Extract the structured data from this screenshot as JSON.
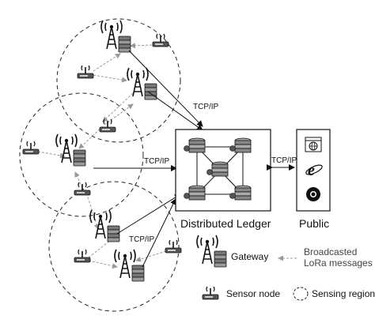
{
  "diagram": {
    "title": "",
    "labels": {
      "tcp_ip": "TCP/IP",
      "distributed_ledger": "Distributed Ledger",
      "public": "Public"
    },
    "legend": {
      "gateway": "Gateway",
      "sensor_node": "Sensor node",
      "broadcasted_line1": "Broadcasted",
      "broadcasted_line2": "LoRa messages",
      "sensing_region": "Sensing region"
    },
    "public_icons": [
      "browser-window-icon",
      "internet-explorer-icon",
      "chrome-icon"
    ]
  }
}
